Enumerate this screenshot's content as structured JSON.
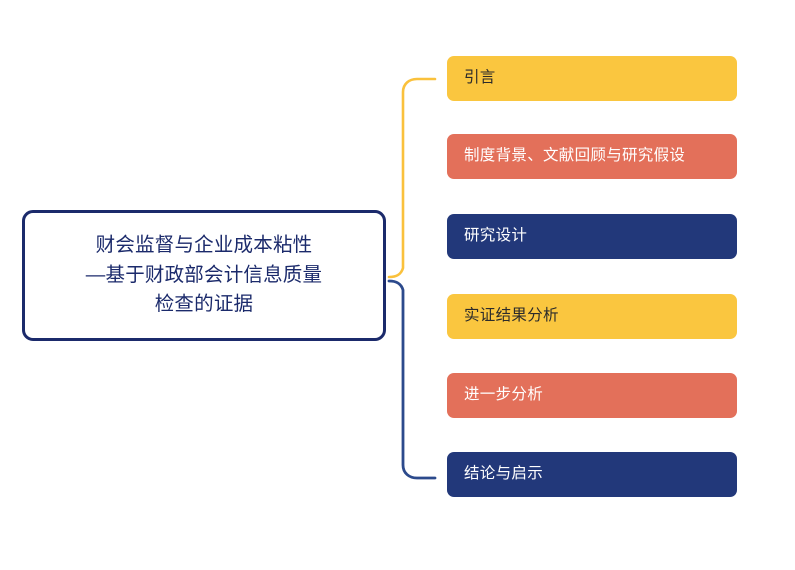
{
  "diagram": {
    "type": "mind-map",
    "title": "财会监督与企业成本粘性\n—基于财政部会计信息质量\n检查的证据",
    "root": {
      "text": "财会监督与企业成本粘性\n—基于财政部会计信息质量\n检查的证据",
      "border_color": "#1B2A6B",
      "text_color": "#1B2A6B",
      "fill_color": "#FFFFFF"
    },
    "branches": [
      {
        "connector": "upper-bracket",
        "color": "#FAC13C",
        "items": [
          0,
          1,
          2
        ]
      },
      {
        "connector": "lower-bracket",
        "color": "#2C4A8C",
        "items": [
          3,
          4,
          5
        ]
      }
    ],
    "topics": [
      {
        "label": "引言",
        "fill": "#FAC63F",
        "text_color": "#2B2B2B"
      },
      {
        "label": "制度背景、文献回顾与研究假设",
        "fill": "#E3705A",
        "text_color": "#FFFFFF"
      },
      {
        "label": "研究设计",
        "fill": "#22387A",
        "text_color": "#FFFFFF"
      },
      {
        "label": "实证结果分析",
        "fill": "#FAC63F",
        "text_color": "#2B2B2B"
      },
      {
        "label": "进一步分析",
        "fill": "#E3705A",
        "text_color": "#FFFFFF"
      },
      {
        "label": "结论与启示",
        "fill": "#22387A",
        "text_color": "#FFFFFF"
      }
    ]
  }
}
